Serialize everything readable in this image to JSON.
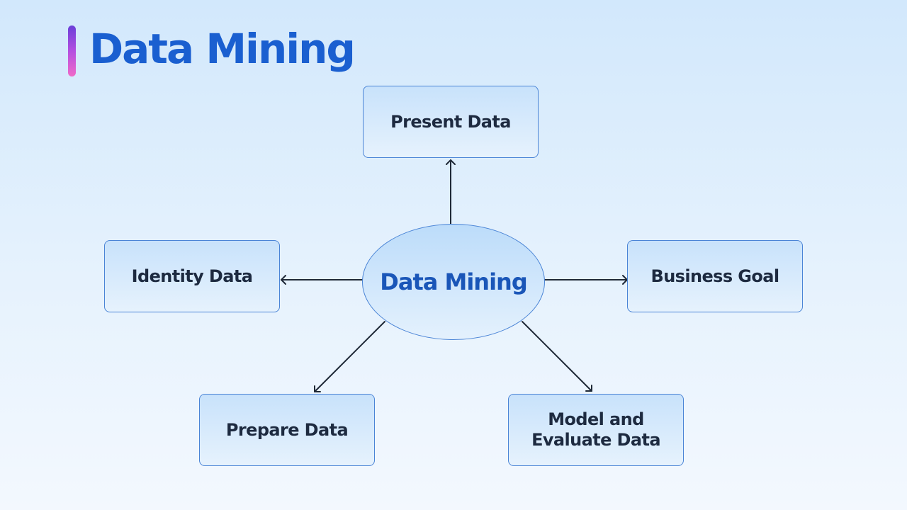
{
  "title": "Data Mining",
  "diagram": {
    "center": {
      "label": "Data Mining"
    },
    "nodes": {
      "top": {
        "label": "Present Data"
      },
      "left": {
        "label": "Identity Data"
      },
      "right": {
        "label": "Business Goal"
      },
      "bottom_left": {
        "label": "Prepare Data"
      },
      "bottom_right": {
        "label": "Model and\nEvaluate Data"
      }
    }
  },
  "colors": {
    "title": "#1a5fd0",
    "border": "#4a84d6",
    "arrow": "#1f2937",
    "center_text": "#1a56b8",
    "node_text": "#1d2a40"
  }
}
